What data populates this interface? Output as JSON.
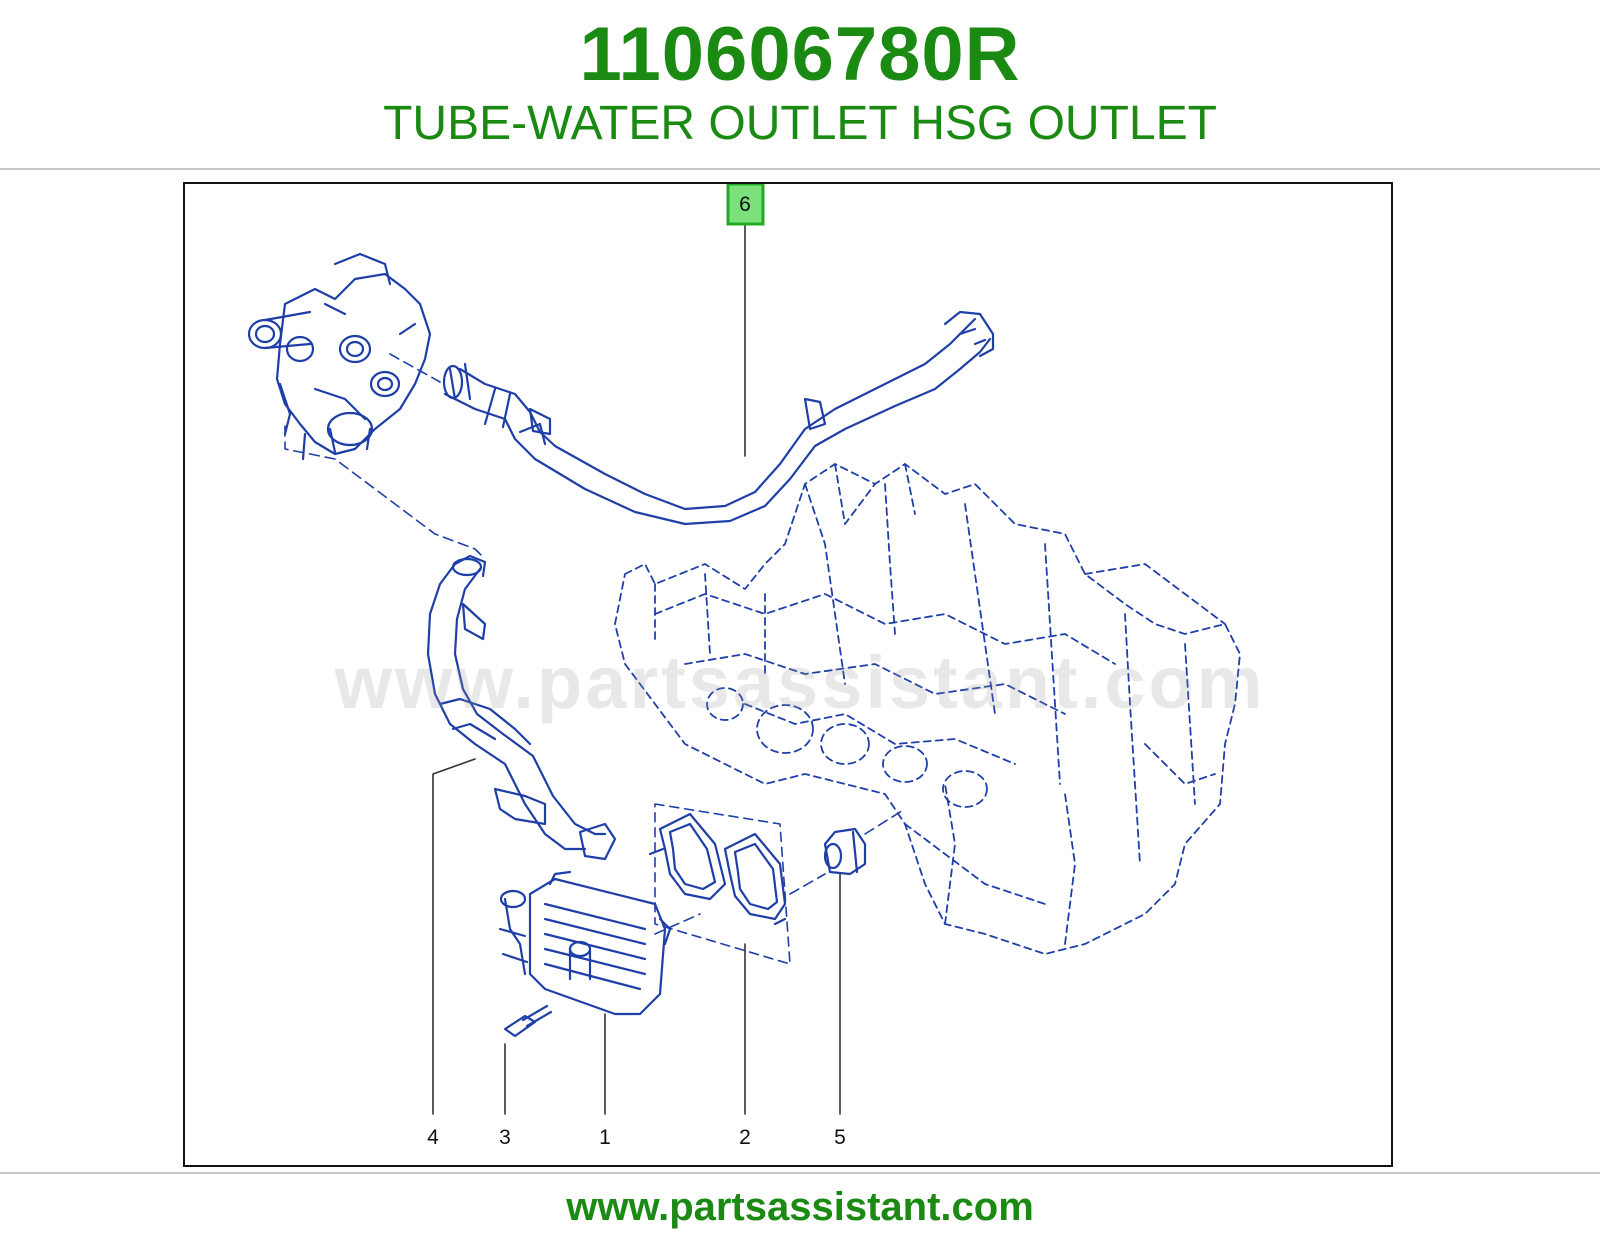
{
  "header": {
    "part_number": "110606780R",
    "description": "TUBE-WATER OUTLET HSG OUTLET"
  },
  "diagram": {
    "watermark": "www.partsassistant.com",
    "highlight_color": "#33cc33",
    "line_color": "#1f3fa8",
    "callouts": [
      {
        "label": "6",
        "highlighted": true
      },
      {
        "label": "4",
        "highlighted": false
      },
      {
        "label": "3",
        "highlighted": false
      },
      {
        "label": "1",
        "highlighted": false
      },
      {
        "label": "2",
        "highlighted": false
      },
      {
        "label": "5",
        "highlighted": false
      }
    ]
  },
  "footer": {
    "url": "www.partsassistant.com"
  }
}
